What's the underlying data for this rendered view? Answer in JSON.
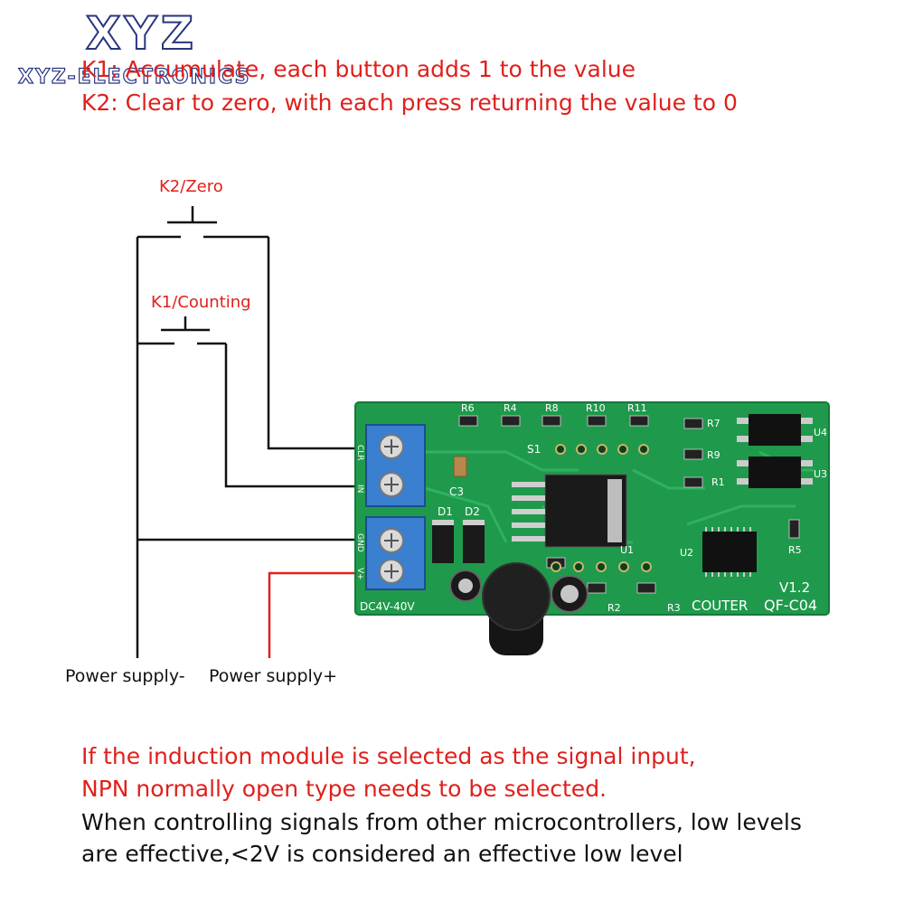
{
  "watermark": {
    "brand_big": "XYZ",
    "brand_small": "XYZ-ELECTRONICS"
  },
  "instructions": {
    "k1": "K1: Accumulate, each button adds 1 to the value",
    "k2": "K2: Clear to zero, with each press returning the value to 0"
  },
  "buttons": {
    "k2_label": "K2/Zero",
    "k1_label": "K1/Counting"
  },
  "power": {
    "negative_label": "Power supply-",
    "positive_label": "Power supply+"
  },
  "board": {
    "model": "QF-C04",
    "name": "COUTER",
    "version": "V1.2",
    "voltage": "DC4V-40V",
    "components": {
      "r6": "R6",
      "r4": "R4",
      "r8": "R8",
      "r10": "R10",
      "r11": "R11",
      "r7": "R7",
      "r9": "R9",
      "r1": "R1",
      "r5": "R5",
      "r2": "R2",
      "r3": "R3",
      "u4": "U4",
      "u3": "U3",
      "u2": "U2",
      "u1": "U1",
      "s1": "S1",
      "c3": "C3",
      "d1": "D1",
      "d2": "D2",
      "terminal_clr": "CLR",
      "terminal_in": "IN",
      "terminal_gnd": "GND",
      "terminal_v": "V+"
    }
  },
  "notes": {
    "line1": "If the induction module is selected as the signal input,",
    "line2": "NPN normally open type needs to be selected.",
    "line3": "When controlling signals from other microcontrollers, low levels",
    "line4": "are effective,<2V is considered an effective low level"
  },
  "colors": {
    "text_red": "#e0201c",
    "wire_black": "#111111",
    "wire_red": "#e0201c",
    "pcb_green": "#1f9a4c",
    "terminal_blue": "#3a7fd0",
    "watermark_navy": "#28357e"
  }
}
